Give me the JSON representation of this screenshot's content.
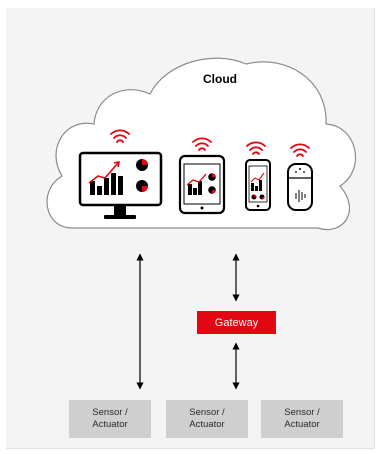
{
  "cloud": {
    "title": "Cloud"
  },
  "gateway": {
    "label": "Gateway"
  },
  "sensors": [
    {
      "line1": "Sensor /",
      "line2": "Actuator"
    },
    {
      "line1": "Sensor /",
      "line2": "Actuator"
    },
    {
      "line1": "Sensor /",
      "line2": "Actuator"
    }
  ],
  "devices": [
    {
      "type": "monitor",
      "icon": "monitor-icon"
    },
    {
      "type": "tablet",
      "icon": "tablet-icon"
    },
    {
      "type": "smartphone",
      "icon": "smartphone-icon"
    },
    {
      "type": "smart-speaker",
      "icon": "smart-speaker-icon"
    }
  ],
  "colors": {
    "accent": "#e30613",
    "line": "#000000",
    "cloud_stroke": "#8c8c8c",
    "sensor_bg": "#cfcfcf"
  }
}
